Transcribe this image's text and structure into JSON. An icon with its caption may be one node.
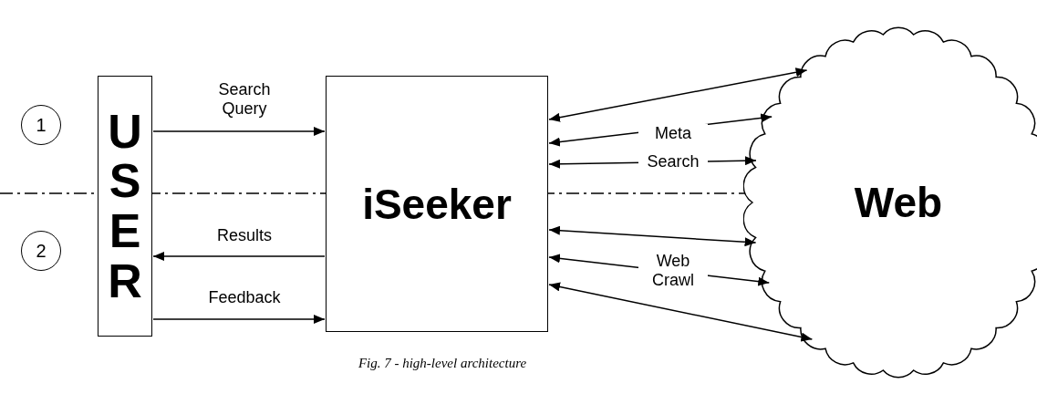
{
  "diagram": {
    "caption": "Fig. 7 - high-level architecture",
    "nodes": [
      {
        "text": [
          "1"
        ]
      },
      {
        "text": [
          "2"
        ]
      },
      {
        "text": [
          "USER"
        ]
      },
      {
        "text": [
          "iSeeker"
        ]
      },
      {
        "text": [
          "Web"
        ]
      }
    ],
    "edges": [
      {
        "from": 2,
        "to": 3,
        "arrow": "to",
        "label": "Search Query"
      },
      {
        "from": 3,
        "to": 2,
        "arrow": "to",
        "label": "Results"
      },
      {
        "from": 2,
        "to": 3,
        "arrow": "to",
        "label": "Feedback"
      },
      {
        "from": 3,
        "to": 4,
        "arrow": "both"
      },
      {
        "from": 3,
        "to": 4,
        "arrow": "both",
        "label": "Meta"
      },
      {
        "from": 3,
        "to": 4,
        "arrow": "both",
        "label": "Search"
      },
      {
        "from": 3,
        "to": 4,
        "arrow": "both"
      },
      {
        "from": 3,
        "to": 4,
        "arrow": "both",
        "label": "Web Crawl"
      },
      {
        "from": 3,
        "to": 4,
        "arrow": "both"
      }
    ]
  }
}
